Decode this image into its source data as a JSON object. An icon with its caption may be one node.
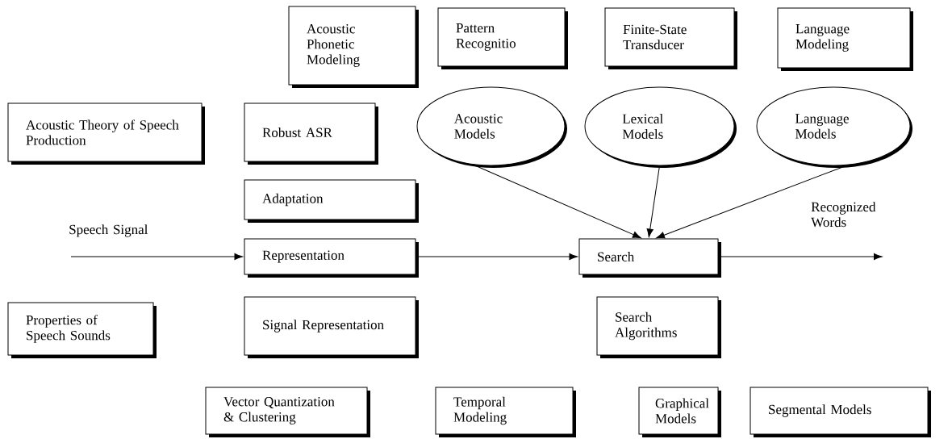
{
  "diagram": {
    "nodes": [
      {
        "text": [
          "Acoustic Phonetic Modeling"
        ]
      },
      {
        "text": [
          "Pattern Recognitio"
        ]
      },
      {
        "text": [
          "Finite-State Transducer"
        ]
      },
      {
        "text": [
          "Language Modeling"
        ]
      },
      {
        "text": [
          "Acoustic Theory of Speech Production"
        ]
      },
      {
        "text": [
          "Robust ASR"
        ]
      },
      {
        "text": [
          "Acoustic Models"
        ]
      },
      {
        "text": [
          "Lexical Models"
        ]
      },
      {
        "text": [
          "Language Models"
        ]
      },
      {
        "text": [
          "Adaptation"
        ]
      },
      {
        "text": [
          "Representation"
        ]
      },
      {
        "text": [
          "Search"
        ]
      },
      {
        "text": [
          "Properties of Speech Sounds"
        ]
      },
      {
        "text": [
          "Signal Representation"
        ]
      },
      {
        "text": [
          "Search Algorithms"
        ]
      },
      {
        "text": [
          "Vector Quantization & Clustering"
        ]
      },
      {
        "text": [
          "Temporal Modeling"
        ]
      },
      {
        "text": [
          "Graphical Models"
        ]
      },
      {
        "text": [
          "Segmental Models"
        ]
      }
    ],
    "edges": [
      {
        "from": null,
        "to": 10,
        "arrow": "to",
        "label": "Speech Signal"
      },
      {
        "from": 10,
        "to": 11,
        "arrow": "to"
      },
      {
        "from": 11,
        "to": null,
        "arrow": "to",
        "label": "Recognized Words"
      },
      {
        "from": 6,
        "to": 11,
        "arrow": "to"
      },
      {
        "from": 7,
        "to": 11,
        "arrow": "to"
      },
      {
        "from": 8,
        "to": 11,
        "arrow": "to"
      }
    ]
  }
}
